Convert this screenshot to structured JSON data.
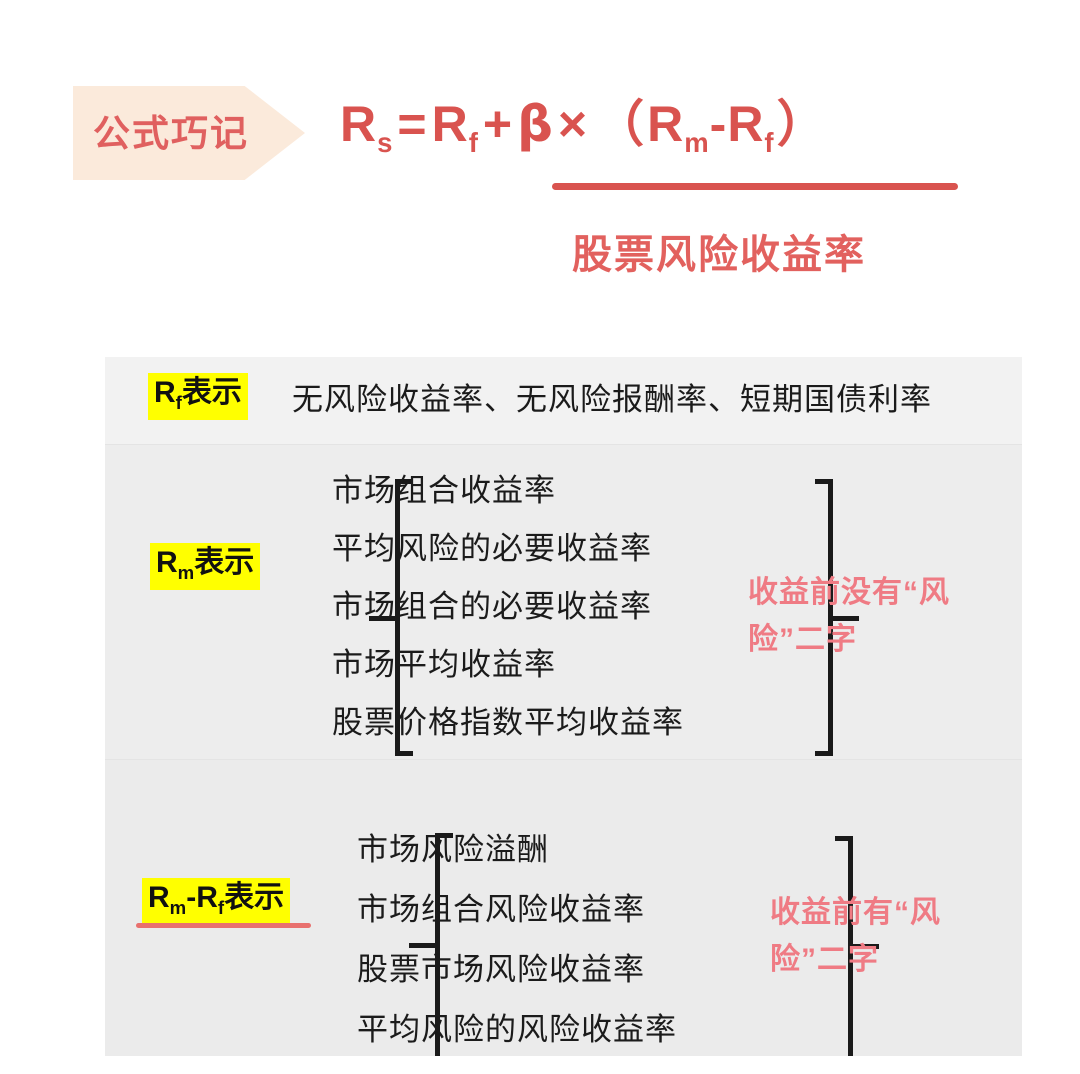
{
  "header": {
    "banner_label": "公式巧记",
    "formula": {
      "lhs_base": "R",
      "lhs_sub": "s",
      "equals": "=",
      "rf_base": "R",
      "rf_sub": "f",
      "plus": "+",
      "beta": "β",
      "times": "×",
      "open_paren": "（",
      "rm_base": "R",
      "rm_sub": "m",
      "minus": "-",
      "rf2_base": "R",
      "rf2_sub": "f",
      "close_paren": "）"
    },
    "caption": "股票风险收益率",
    "accent_color": "#d9534f",
    "banner_bg": "#fbeadb",
    "caption_color": "#e2615e"
  },
  "table": {
    "rows": [
      {
        "key_base": "R",
        "key_sub": "f",
        "key_suffix": "表示",
        "value": "无风险收益率、无风险报酬率、短期国债利率",
        "items": [],
        "note": ""
      },
      {
        "key_base": "R",
        "key_sub": "m",
        "key_suffix": "表示",
        "value": "",
        "items": [
          "市场组合收益率",
          "平均风险的必要收益率",
          "市场组合的必要收益率",
          "市场平均收益率",
          "股票价格指数平均收益率"
        ],
        "note": "收益前没有“风险”二字"
      },
      {
        "key_base": "R",
        "key_sub": "m",
        "key_base2": "-R",
        "key_sub2": "f",
        "key_suffix": "表示",
        "value": "",
        "items": [
          "市场风险溢酬",
          "市场组合风险收益率",
          "股票市场风险收益率",
          "平均风险的风险收益率"
        ],
        "note": "收益前有“风险”二字"
      }
    ],
    "highlight_color": "#ffff00",
    "note_color": "#ef7b84",
    "panel_bg": "#eeeeee"
  }
}
